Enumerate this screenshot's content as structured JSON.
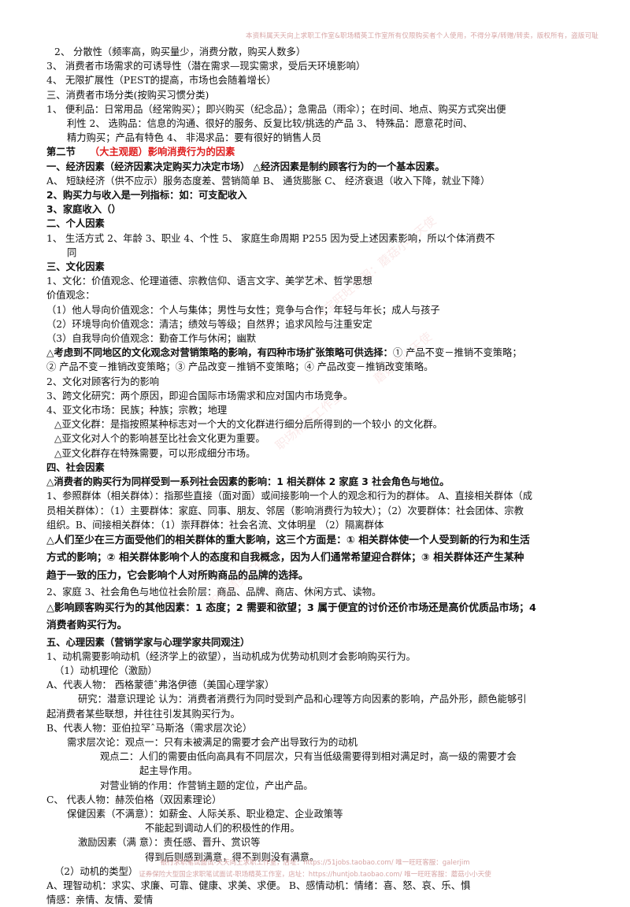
{
  "header": "本资料属天天向上求职工作室&职场精英工作室所有仅限购买者个人使用，不得分享/转赠/转卖，版权所有，盗版可耻",
  "lines": [
    "2、    分散性（频率高，购买量少，消费分散，购买人数多）",
    "3、    消费者市场需求的可诱导性（潜在需求—现实需求，受后天环境影响）",
    "4、    无限扩展性（PEST的提高，市场也会随着增长）",
    "三、消费者市场分类(按购买习惯分类)",
    "1、    便利品：日常用品（经常购买）；即兴购买（纪念品）；急需品（雨伞）；在时间、地点、购买方式突出便",
    "利性    2、    选购品：信息的沟通、很好的服务、反复比较/挑选的产品    3、    特殊品：愿意花时间、",
    "精力购买；产品有特色    4、    非渴求品：要有很好的销售人员",
    "第二节",
    "（大主观题）影响消费行为的因素",
    "一、经济因素（经济因素决定购买力决定市场）          △经济因素是制约顾客行为的一个基本因素。",
    "A、    短缺经济（供不应示）服务态度差、营销简单    B、    通货膨胀    C、    经济衰退（收入下降，就业下降）",
    "2、购买力与收入是一列指标：如：可支配收入",
    "3、家庭收入（）",
    "二、个人因素",
    "1、    生活方式 2、年龄    3、职业 4、个性 5、    家庭生命周期 P255 因为受上述因素影响，所以个体消费不",
    "同",
    "三、文化因素",
    "1、文化：价值观念、伦理道德、宗教信仰、语言文字、美学艺术、哲学思想",
    "价值观念：",
    "（1）他人导向价值观念：个人与集体；男性与女性；竞争与合作；年轻与年长；成人与孩子",
    "（2）环境导向价值观念：清洁；绩效与等级；自然界；追求风险与注重安定",
    "（3）自我导向价值观念：勤奋工作与休闲；幽默",
    "△考虑到不同地区的文化观念对营销策略的影响，有四种市场扩张策略可供选择：",
    "① 产品不变－推销不变策略；",
    "② 产品不变－推销改变策略；③ 产品改变－推销不变策略；④ 产品改变－推销改变策略。",
    "2、文化对顾客行为的影响",
    "3、跨文化研究：两个原因，即迎合国际市场需求和应对国内市场竞争。",
    "4、亚文化市场：民族；种族；宗教；地理",
    "△亚文化群：是指按照某种标志对一个大的文化群进行细分后所得到的一个较小    的文化群。",
    "△亚文化对人个的影响甚至比社会文化更为重要。",
    "△亚文化群存在特殊需要，可以形成细分市场。",
    "四、社会因素",
    "△消费者的购买行为同样受到一系列社会因素的影响：1 相关群体 2 家庭 3 社会角色与地位。",
    "1、参照群体（相关群体）：指那些直接（面对面）或间接影响一个人的观念和行为的群体。 A、直接相关群体（成",
    "员相关群体）：（1）主要群体：家庭、同事、朋友、邻居（影响消费行为较大）；（2）次要群体：社会团体、宗教",
    "组织。B、间接相关群体：（1）崇拜群体：社会名流、文体明星    （2）隔离群体",
    "△人们至少在三方面受他们的相关群体的重大影响，这三个方面是：① 相关群体使一个人受到新的行为和生活",
    "方式的影响；② 相关群体影响个人的态度和自我概念，因为人们通常希望迎合群体；③ 相关群体还产生某种",
    "趋于一致的压力，它会影响个人对所购商品的品牌的选择。",
    "2、家庭    3、社会角色与地位社会阶层：商品、品牌、商店、休闲方式、读物。",
    "△影响顾客购买行为的其他因素：1 态度；2 需要和欲望；3 属于便宜的讨价还价市场还是高价优质品市场；4",
    "消费者购买行为。",
    "五、心理因素（营销学家与心理学家共同观注）",
    "1、动机需要影响动机（经济学上的欲望），当动机成为优势动机则才会影响购买行为。",
    "（1）动机理伦（激励）",
    "A、代表人物：    西格蒙德ˆ弗洛伊德（美国心理学家）",
    "研究：潜意识理论 认为：消费者消费行为同时受到产品和心理等方向因素的影响，产品外形，颜色能够引",
    "起消费者某些联想，并往往引发其购买行为。",
    "B、代表人物：亚伯拉罕ˆ马斯洛（需求层次论）",
    "需求层次论：观点一：只有未被满足的需要才会产出导致行为的动机",
    "观点二：人们的需要由低向高具有不同层次，只有当低级需要得到相对满足时，高一级的需要才会",
    "起主导作用。",
    "对营业销的作用：作营销主题的定位，产出产品。",
    "C、    代表人物：赫茨伯格（双因素理论）",
    "保健因素（不满意）：如薪金、人际关系、职业稳定、企业政策等",
    "不能起到调动人们的积极性的作用。",
    "激励因素（满    意）：责任感、晋升、赏识等",
    "得到后则感到满意，得不到则没有满意。",
    "（2）动机的类型）",
    "A、理智动机：求实、求廉、可靠、健康、求美、求便。    B、感情动机：情绪：喜、怒、哀、乐、惧",
    "情感：亲情、友情、爱情"
  ],
  "footer1": "银行求职笔试面试-天天向上求职工作室，店址：https://51jobs.taobao.com/ 唯一旺旺客服：galerjim",
  "footer2": "证券保险大型国企求职笔试面试-职场精英工作室，店址：https://huntjob.taobao.com/ 唯一旺旺客服：蘑菇小小天使",
  "watermarks": [
    "蘑菇小小天使",
    "淘宝旺旺客服：蘑菇小小天使",
    "职场精英工作室"
  ],
  "colors": {
    "red": "#e02020",
    "header": "#d7a5a5"
  }
}
